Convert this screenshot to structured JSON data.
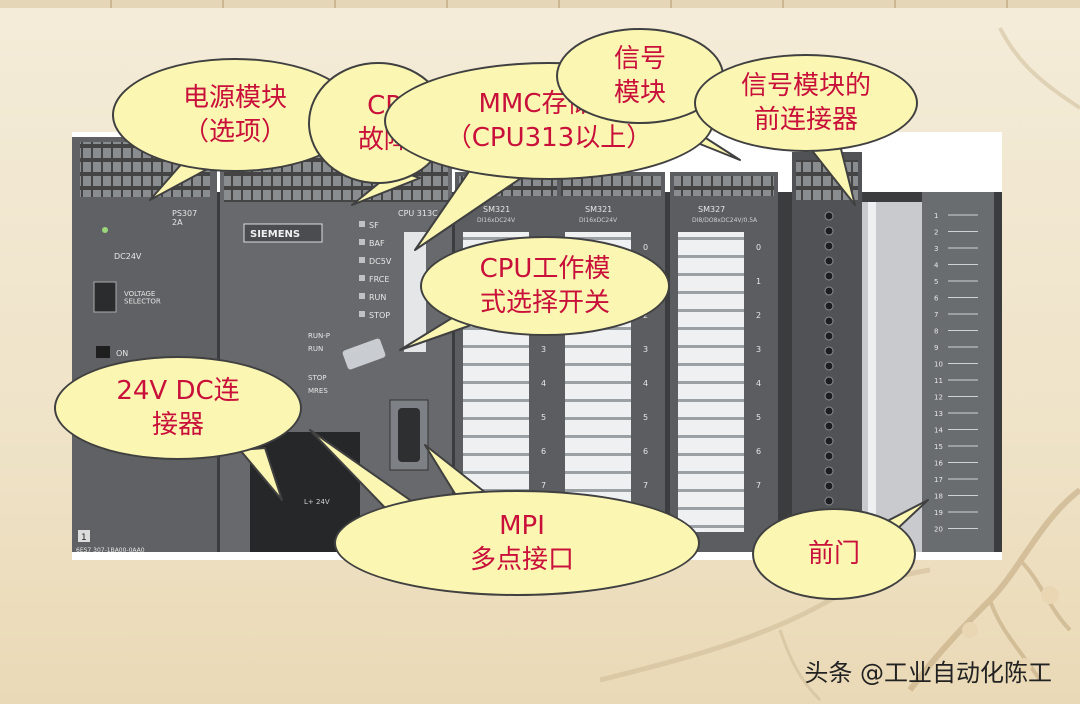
{
  "callouts": {
    "power_module": "电源模块\n（选项）",
    "cpu_fault": "CP\n故障",
    "mmc": "MMC存储卡\n（CPU313以上）",
    "signal_module": "信号\n模块",
    "front_connector": "信号模块的\n前连接器",
    "cpu_mode": "CPU工作模\n式选择开关",
    "dc24v": "24V DC连\n接器",
    "mpi": "MPI\n多点接口",
    "front_door": "前门"
  },
  "photo": {
    "brand": "SIEMENS",
    "ps_model": "PS307\n2A",
    "ps_label_dc": "DC24V",
    "ps_label_voltage": "VOLTAGE\nSELECTOR",
    "ps_label_on": "ON",
    "ps_order": "6ES7 307-1BA00-0AA0",
    "ps_slot": "1",
    "cpu_model": "CPU 313C",
    "cpu_leds": [
      "SF",
      "BAF",
      "DC5V",
      "FRCE",
      "RUN",
      "STOP"
    ],
    "cpu_modes": [
      "RUN-P",
      "RUN",
      "STOP",
      "MRES"
    ],
    "cpu_l": "L+ 24V",
    "sm_labels": [
      "SM321",
      "SM321",
      "SM327"
    ],
    "sm_sub": [
      "DI16xDC24V",
      "DI16xDC24V",
      "DI8/DO8xDC24V/0.5A"
    ],
    "terminal_numbers": [
      "1",
      "2",
      "3",
      "4",
      "5",
      "6",
      "7",
      "8",
      "9",
      "10",
      "11",
      "12",
      "13",
      "14",
      "15",
      "16",
      "17",
      "18",
      "19",
      "20"
    ],
    "channel_numbers": [
      "0",
      "1",
      "2",
      "3",
      "4",
      "5",
      "6",
      "7"
    ]
  },
  "watermark": "头条 @工业自动化陈工",
  "colors": {
    "callout_fill": "#fbf7b3",
    "callout_text": "#c8103a",
    "module_body": "#5d5f62",
    "label_strip": "#d9dde0"
  }
}
